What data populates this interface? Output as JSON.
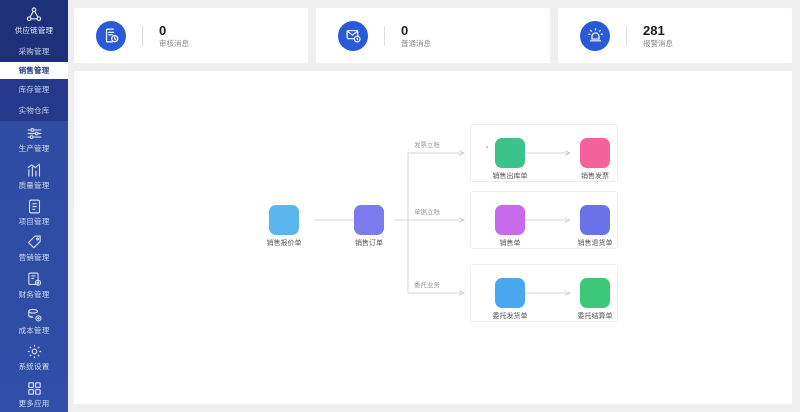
{
  "sidebar": {
    "items": [
      {
        "label": "供应链管理",
        "icon": "supply-chain-icon",
        "type": "icon-first",
        "active": false
      },
      {
        "label": "采购管理",
        "icon": "",
        "type": "text",
        "active": false
      },
      {
        "label": "销售管理",
        "icon": "",
        "type": "text",
        "active": true
      },
      {
        "label": "库存管理",
        "icon": "",
        "type": "text-sub",
        "active": false
      },
      {
        "label": "实物仓库",
        "icon": "",
        "type": "text-sub",
        "active": false
      },
      {
        "label": "生产管理",
        "icon": "sliders-icon",
        "type": "icon",
        "active": false
      },
      {
        "label": "质量管理",
        "icon": "chart-bar-icon",
        "type": "icon",
        "active": false
      },
      {
        "label": "项目管理",
        "icon": "document-icon",
        "type": "icon",
        "active": false
      },
      {
        "label": "营销管理",
        "icon": "tag-icon",
        "type": "icon",
        "active": false
      },
      {
        "label": "财务管理",
        "icon": "invoice-gear-icon",
        "type": "icon",
        "active": false
      },
      {
        "label": "成本管理",
        "icon": "database-gear-icon",
        "type": "icon",
        "active": false
      },
      {
        "label": "系统设置",
        "icon": "gear-icon",
        "type": "icon",
        "active": false
      },
      {
        "label": "更多应用",
        "icon": "grid-apps-icon",
        "type": "icon",
        "active": false
      }
    ]
  },
  "cards": [
    {
      "count": "0",
      "label": "审核消息",
      "icon": "audit-message-icon",
      "color": "#2a5bd7"
    },
    {
      "count": "0",
      "label": "普通消息",
      "icon": "mail-message-icon",
      "color": "#2a5bd7"
    },
    {
      "count": "281",
      "label": "报警消息",
      "icon": "alarm-message-icon",
      "color": "#2a5bd7"
    }
  ],
  "flow": {
    "nodes": [
      {
        "id": "quote",
        "label": "销售报价单",
        "icon": "quote-icon",
        "color": "#5bb6f0"
      },
      {
        "id": "order",
        "label": "销售订单",
        "icon": "order-icon",
        "color": "#7b7bee"
      },
      {
        "id": "delivery",
        "label": "销售出库单",
        "icon": "warehouse-icon",
        "color": "#3cc28b"
      },
      {
        "id": "invoice",
        "label": "销售发票",
        "icon": "money-icon",
        "color": "#f5629a"
      },
      {
        "id": "sales",
        "label": "销售单",
        "icon": "sales-icon",
        "color": "#c86bea"
      },
      {
        "id": "return",
        "label": "销售退货单",
        "icon": "return-icon",
        "color": "#6b72e8"
      },
      {
        "id": "consign-ship",
        "label": "委托发货单",
        "icon": "truck-icon",
        "color": "#4aa8f0"
      },
      {
        "id": "consign-set",
        "label": "委托结算单",
        "icon": "settlement-icon",
        "color": "#3cc878"
      }
    ],
    "edge_labels": [
      {
        "id": "edge-top",
        "text": "发票立账"
      },
      {
        "id": "edge-middle",
        "text": "单据立账"
      },
      {
        "id": "edge-bottom",
        "text": "委托业务"
      }
    ]
  },
  "colors": {
    "sidebar_bg": "#2f4fa8",
    "sidebar_top": "#1d3078",
    "accent": "#2a5bd7",
    "page_bg": "#efefef",
    "panel_bg": "#ffffff"
  }
}
